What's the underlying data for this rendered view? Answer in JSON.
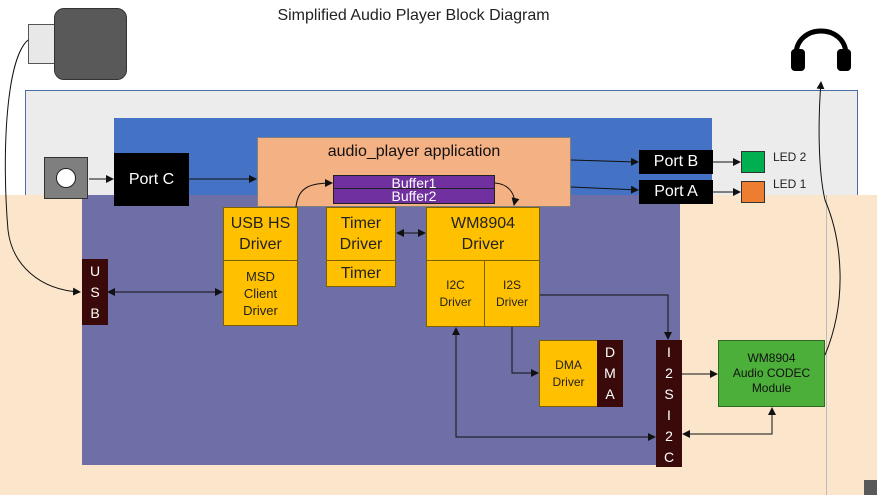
{
  "title": "Simplified Audio Player Block Diagram",
  "application": "audio_player application",
  "buffers": [
    "Buffer1",
    "Buffer2"
  ],
  "ports": {
    "c": "Port C",
    "b": "Port B",
    "a": "Port A"
  },
  "leds": [
    {
      "label": "LED 2",
      "color": "#00b050"
    },
    {
      "label": "LED 1",
      "color": "#ed7d31"
    }
  ],
  "drivers": {
    "usb_hs_line1": "USB HS",
    "usb_hs_line2": "Driver",
    "msd_line1": "MSD",
    "msd_line2": "Client",
    "msd_line3": "Driver",
    "timer_driver_line1": "Timer",
    "timer_driver_line2": "Driver",
    "timer": "Timer",
    "wm8904_line1": "WM8904",
    "wm8904_line2": "Driver",
    "i2c_line1": "I2C",
    "i2c_line2": "Driver",
    "i2s_line1": "I2S",
    "i2s_line2": "Driver",
    "dma_line1": "DMA",
    "dma_line2": "Driver"
  },
  "peripherals": {
    "usb": [
      "U",
      "S",
      "B"
    ],
    "dma": [
      "D",
      "M",
      "A"
    ],
    "i2s": [
      "I",
      "2",
      "S"
    ],
    "i2c": [
      "I",
      "2",
      "C"
    ]
  },
  "codec": {
    "line1": "WM8904",
    "line2": "Audio CODEC",
    "line3": "Module"
  },
  "icons": [
    "usb-drive-icon",
    "button-icon",
    "headphones-icon"
  ]
}
